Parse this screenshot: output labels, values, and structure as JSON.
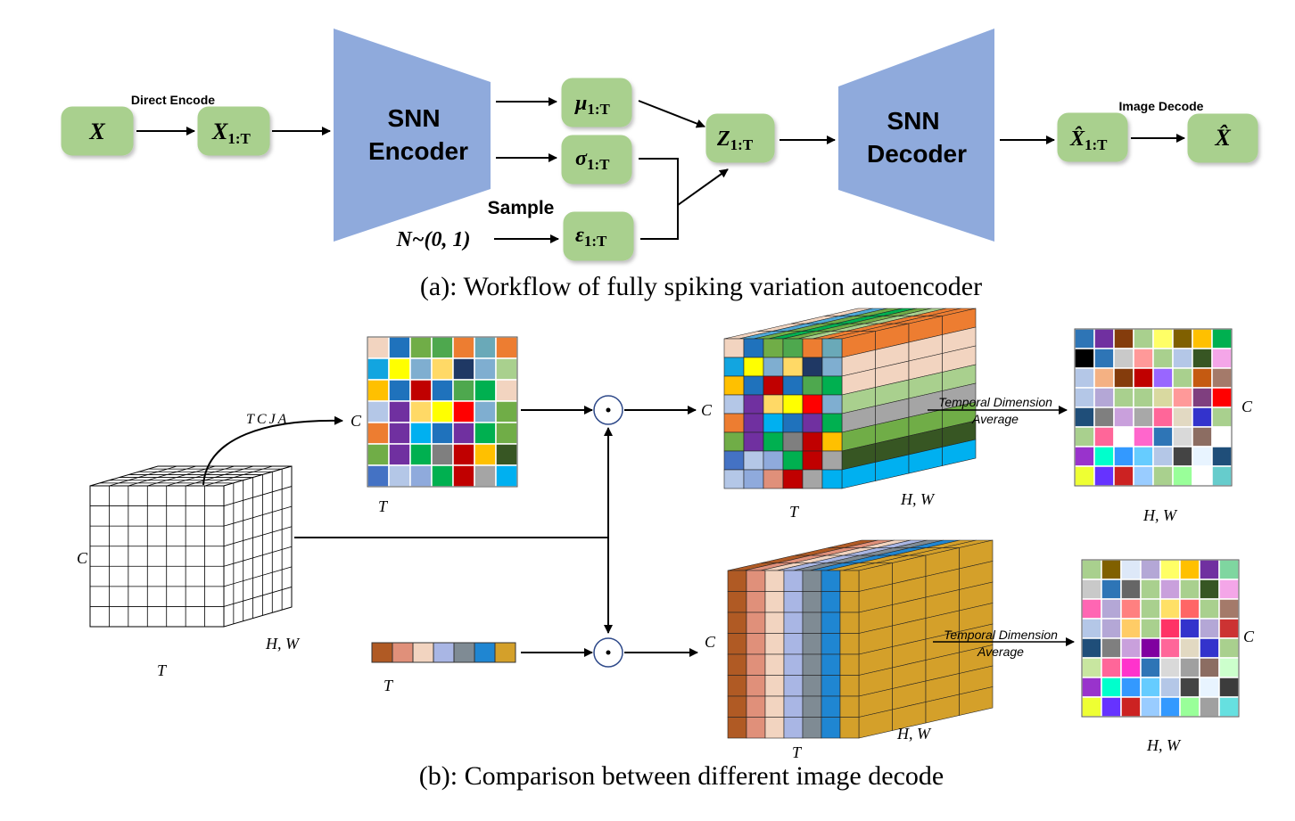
{
  "part_a": {
    "caption": "(a): Workflow of fully spiking variation autoencoder",
    "nodes": {
      "x": "X",
      "x1t": "X",
      "mu": "μ",
      "sigma": "σ",
      "eps": "ε",
      "z": "Z",
      "xhat1t": "X̂",
      "xhat": "X̂"
    },
    "subscript": "1:T",
    "encoder_line1": "SNN",
    "encoder_line2": "Encoder",
    "decoder_line1": "SNN",
    "decoder_line2": "Decoder",
    "direct_encode": "Direct Encode",
    "image_decode": "Image Decode",
    "sample": "Sample",
    "noise": "N~(0, 1)"
  },
  "part_b": {
    "caption": "(b): Comparison between different image decode",
    "tcja": "TCJA",
    "temporal_avg_line1": "Temporal Dimension",
    "temporal_avg_line2": "Average",
    "axis_c": "C",
    "axis_t": "T",
    "axis_hw": "H, W",
    "odot": "⊙"
  },
  "colors": {
    "box_green": "#a9d08e",
    "trapezoid_blue": "#8faadc",
    "tc_matrix": [
      [
        "#f2d4c0",
        "#1f72bc",
        "#70ad47",
        "#4ea84e",
        "#ed7d31",
        "#6aa9b8",
        "#ed7d31"
      ],
      [
        "#12a5e0",
        "#ffff00",
        "#7faed0",
        "#ffd966",
        "#1f3864",
        "#7faed0",
        "#a9d08e"
      ],
      [
        "#ffc000",
        "#1f72bc",
        "#c00000",
        "#1f72bc",
        "#4ea84e",
        "#00b050",
        "#f2d4c0"
      ],
      [
        "#b4c7e7",
        "#7030a0",
        "#ffd966",
        "#ffff00",
        "#ff0000",
        "#7faed0",
        "#70ad47"
      ],
      [
        "#ed7d31",
        "#7030a0",
        "#00b0f0",
        "#1f72bc",
        "#7030a0",
        "#00b050",
        "#70ad47"
      ],
      [
        "#70ad47",
        "#7030a0",
        "#00b050",
        "#7f7f7f",
        "#c00000",
        "#ffc000",
        "#375623"
      ],
      [
        "#4472c4",
        "#b4c7e7",
        "#8faadc",
        "#00b050",
        "#c00000",
        "#a5a5a5",
        "#00b0f0"
      ]
    ],
    "t_vector": [
      "#b05a24",
      "#e0907a",
      "#f2d4c0",
      "#a9b6e4",
      "#7f8b94",
      "#1f86d2",
      "#d4a02a"
    ],
    "cube_top_stripes": [
      "#f2d4c0",
      "#4ea8d8",
      "#70ad47",
      "#00b050",
      "#70ad47",
      "#a9d08e",
      "#ed7d31",
      "#ed7d31"
    ],
    "cube_right_rows": [
      "#ed7d31",
      "#f2d4c0",
      "#f2d4c0",
      "#a9d08e",
      "#a5a5a5",
      "#70ad47",
      "#375623",
      "#00b0f0"
    ],
    "cube_front": [
      [
        "#f2d4c0",
        "#1f72bc",
        "#70ad47",
        "#4ea84e",
        "#ed7d31",
        "#6aa9b8"
      ],
      [
        "#12a5e0",
        "#ffff00",
        "#7faed0",
        "#ffd966",
        "#1f3864",
        "#7faed0"
      ],
      [
        "#ffc000",
        "#1f72bc",
        "#c00000",
        "#1f72bc",
        "#4ea84e",
        "#00b050"
      ],
      [
        "#b4c7e7",
        "#7030a0",
        "#ffd966",
        "#ffff00",
        "#ff0000",
        "#7faed0"
      ],
      [
        "#ed7d31",
        "#7030a0",
        "#00b0f0",
        "#1f72bc",
        "#7030a0",
        "#00b050"
      ],
      [
        "#70ad47",
        "#7030a0",
        "#00b050",
        "#7f7f7f",
        "#c00000",
        "#ffc000"
      ],
      [
        "#4472c4",
        "#b4c7e7",
        "#8faadc",
        "#00b050",
        "#c00000",
        "#a5a5a5"
      ],
      [
        "#b4c7e7",
        "#8faadc",
        "#e0907a",
        "#c00000",
        "#a5a5a5",
        "#00b0f0"
      ]
    ],
    "avg_matrix_top": [
      [
        "#2e75b6",
        "#7030a0",
        "#843c0c",
        "#a9d08e",
        "#ffff66",
        "#806000",
        "#ffc000",
        "#00b050"
      ],
      [
        "#000000",
        "#2e75b6",
        "#c9c9c9",
        "#ff9999",
        "#a9d08e",
        "#b4c7e7",
        "#375623",
        "#f4a6e8"
      ],
      [
        "#b4c7e7",
        "#f4b183",
        "#843c0c",
        "#c00000",
        "#9966ff",
        "#a9d08e",
        "#c55a11",
        "#a47a6a"
      ],
      [
        "#b4c7e7",
        "#b4a7d6",
        "#a9d08e",
        "#a9d08e",
        "#d9d9a0",
        "#ff9999",
        "#7f3f7f",
        "#ff0000"
      ],
      [
        "#1f4e79",
        "#7f7f7f",
        "#c9a0dc",
        "#a8a8a8",
        "#ff6699",
        "#e2d9c2",
        "#3333cc",
        "#a9d08e"
      ],
      [
        "#a9d08e",
        "#ff6699",
        "#ffffff",
        "#ff66cc",
        "#2e75b6",
        "#d9d9d9",
        "#8c6d62",
        "#ffffff"
      ],
      [
        "#9933cc",
        "#00ffcc",
        "#3399ff",
        "#66ccff",
        "#b4c7e7",
        "#444444",
        "#e8f4ff",
        "#1f4e79"
      ],
      [
        "#eeff33",
        "#6633ff",
        "#cc2222",
        "#99ccff",
        "#a9d08e",
        "#99ff99",
        "#ffffff",
        "#66cccc"
      ]
    ],
    "avg_matrix_bottom": [
      [
        "#a9d08e",
        "#806000",
        "#dde8f8",
        "#b4a7d6",
        "#ffff66",
        "#ffc000",
        "#7030a0",
        "#7fd6a0"
      ],
      [
        "#c9c9c9",
        "#2e75b6",
        "#666666",
        "#a9d08e",
        "#c9a0dc",
        "#a9d08e",
        "#375623",
        "#f4a6e8"
      ],
      [
        "#ff66b3",
        "#b4a7d6",
        "#ff8080",
        "#a9d08e",
        "#ffe066",
        "#ff6666",
        "#a9d08e",
        "#a47a6a"
      ],
      [
        "#b4c7e7",
        "#b4a7d6",
        "#ffcc66",
        "#a9d08e",
        "#ff3366",
        "#3333cc",
        "#b4a7d6",
        "#cc3333"
      ],
      [
        "#1f4e79",
        "#7f7f7f",
        "#c9a0dc",
        "#8000a0",
        "#ff6699",
        "#e2d9c2",
        "#3333cc",
        "#a9d08e"
      ],
      [
        "#c8e6a0",
        "#ff6699",
        "#ff33cc",
        "#2e75b6",
        "#d9d9d9",
        "#a0a0a0",
        "#8c6d62",
        "#ccffcc"
      ],
      [
        "#9933cc",
        "#00ffcc",
        "#3399ff",
        "#66ccff",
        "#b4c7e7",
        "#444444",
        "#e8f4ff",
        "#3c3c3c"
      ],
      [
        "#eeff33",
        "#6633ff",
        "#cc2222",
        "#99ccff",
        "#3399ff",
        "#99ff99",
        "#a0a0a0",
        "#66e0e0"
      ]
    ]
  }
}
